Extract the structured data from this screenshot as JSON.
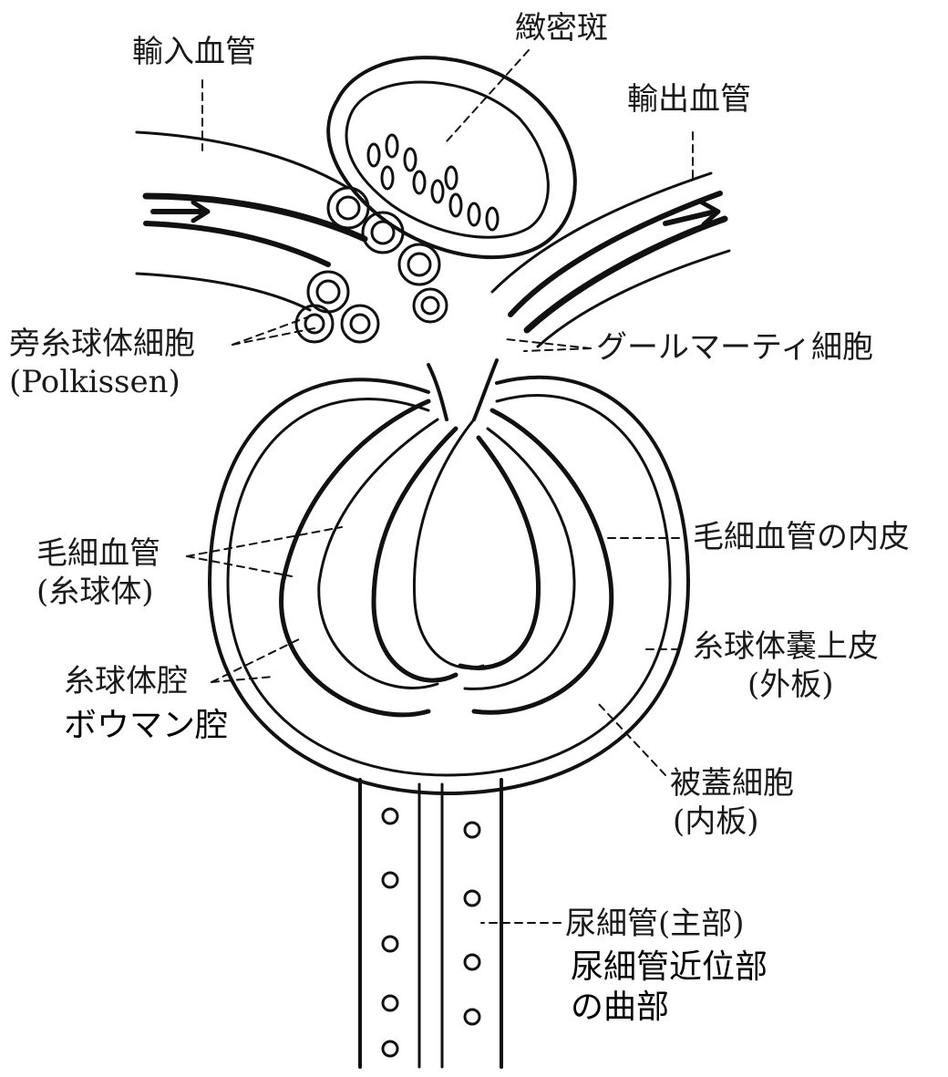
{
  "labels": {
    "afferent": "輸入血管",
    "macula_densa": "緻密斑",
    "efferent": "輸出血管",
    "juxtaglomerular_cells": "旁糸球体細胞",
    "polkissen": "(Polkissen)",
    "goormaghtigh_cells": "グールマーティ細胞",
    "capillary": "毛細血管",
    "glomerulus": "(糸球体)",
    "capillary_endothelium": "毛細血管の内皮",
    "capsule_epithelium": "糸球体嚢上皮",
    "outer_layer": "(外板)",
    "glomerular_cavity": "糸球体腔",
    "bowman_space": "ボウマン腔",
    "podocyte": "被蓋細胞",
    "inner_layer": "(内板)",
    "tubule_main": "尿細管(主部)",
    "proximal_tubule_line1": "尿細管近位部",
    "proximal_tubule_line2": "の曲部"
  }
}
